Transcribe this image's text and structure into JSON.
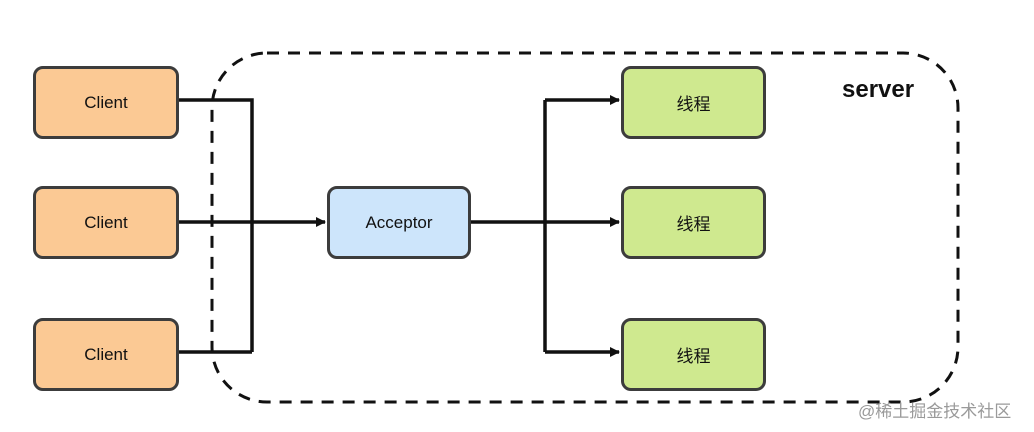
{
  "diagram": {
    "clients": [
      "Client",
      "Client",
      "Client"
    ],
    "acceptor": "Acceptor",
    "threads": [
      "线程",
      "线程",
      "线程"
    ],
    "server_label": "server",
    "watermark": "@稀土掘金技术社区",
    "colors": {
      "client": "#fbc994",
      "acceptor": "#cde5fb",
      "thread": "#cfe98f",
      "stroke": "#3c3c3c"
    }
  }
}
